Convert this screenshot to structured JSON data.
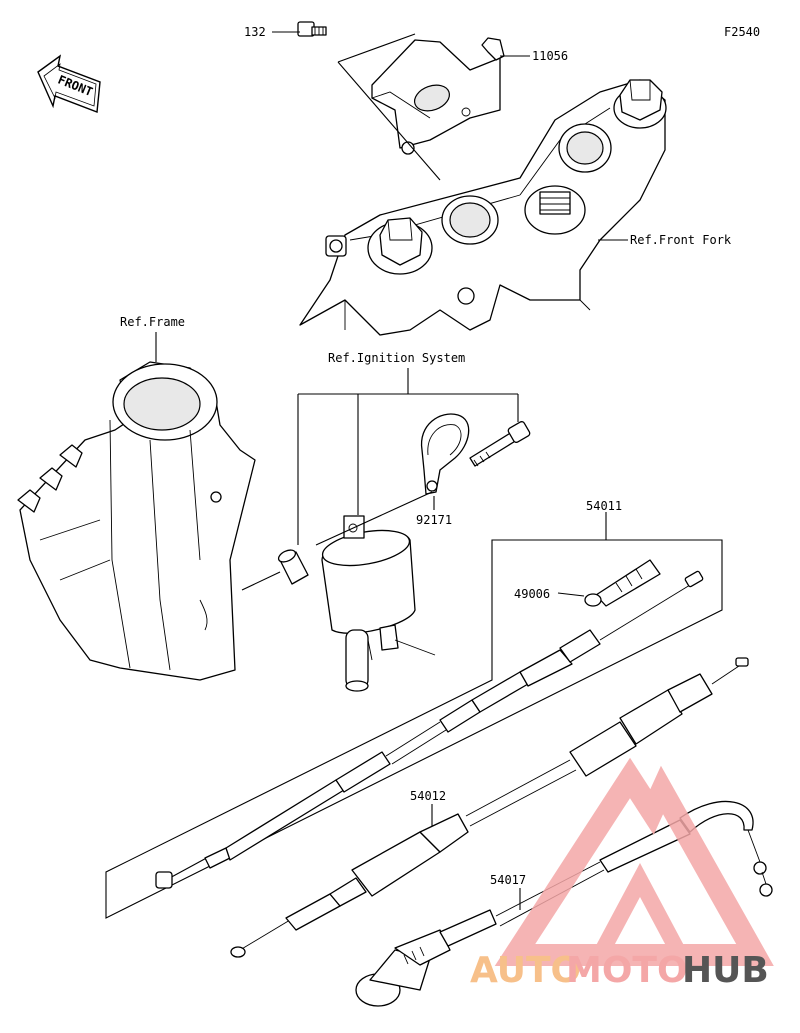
{
  "diagram": {
    "code": "F2540",
    "front_label": "FRONT",
    "callouts": [
      {
        "id": "c132",
        "text": "132"
      },
      {
        "id": "c11056",
        "text": "11056"
      },
      {
        "id": "cfork",
        "text": "Ref.Front Fork"
      },
      {
        "id": "cframe",
        "text": "Ref.Frame"
      },
      {
        "id": "cign",
        "text": "Ref.Ignition System"
      },
      {
        "id": "c92171",
        "text": "92171"
      },
      {
        "id": "c54011",
        "text": "54011"
      },
      {
        "id": "c49006",
        "text": "49006"
      },
      {
        "id": "c54012",
        "text": "54012"
      },
      {
        "id": "c54017",
        "text": "54017"
      }
    ]
  },
  "watermark": {
    "part1": "AUTO",
    "part2": "MOTO",
    "part3": "HUB",
    "color_primary": "#f4a7a7",
    "color_accent": "#f7c08a",
    "color_dark": "#555555"
  }
}
